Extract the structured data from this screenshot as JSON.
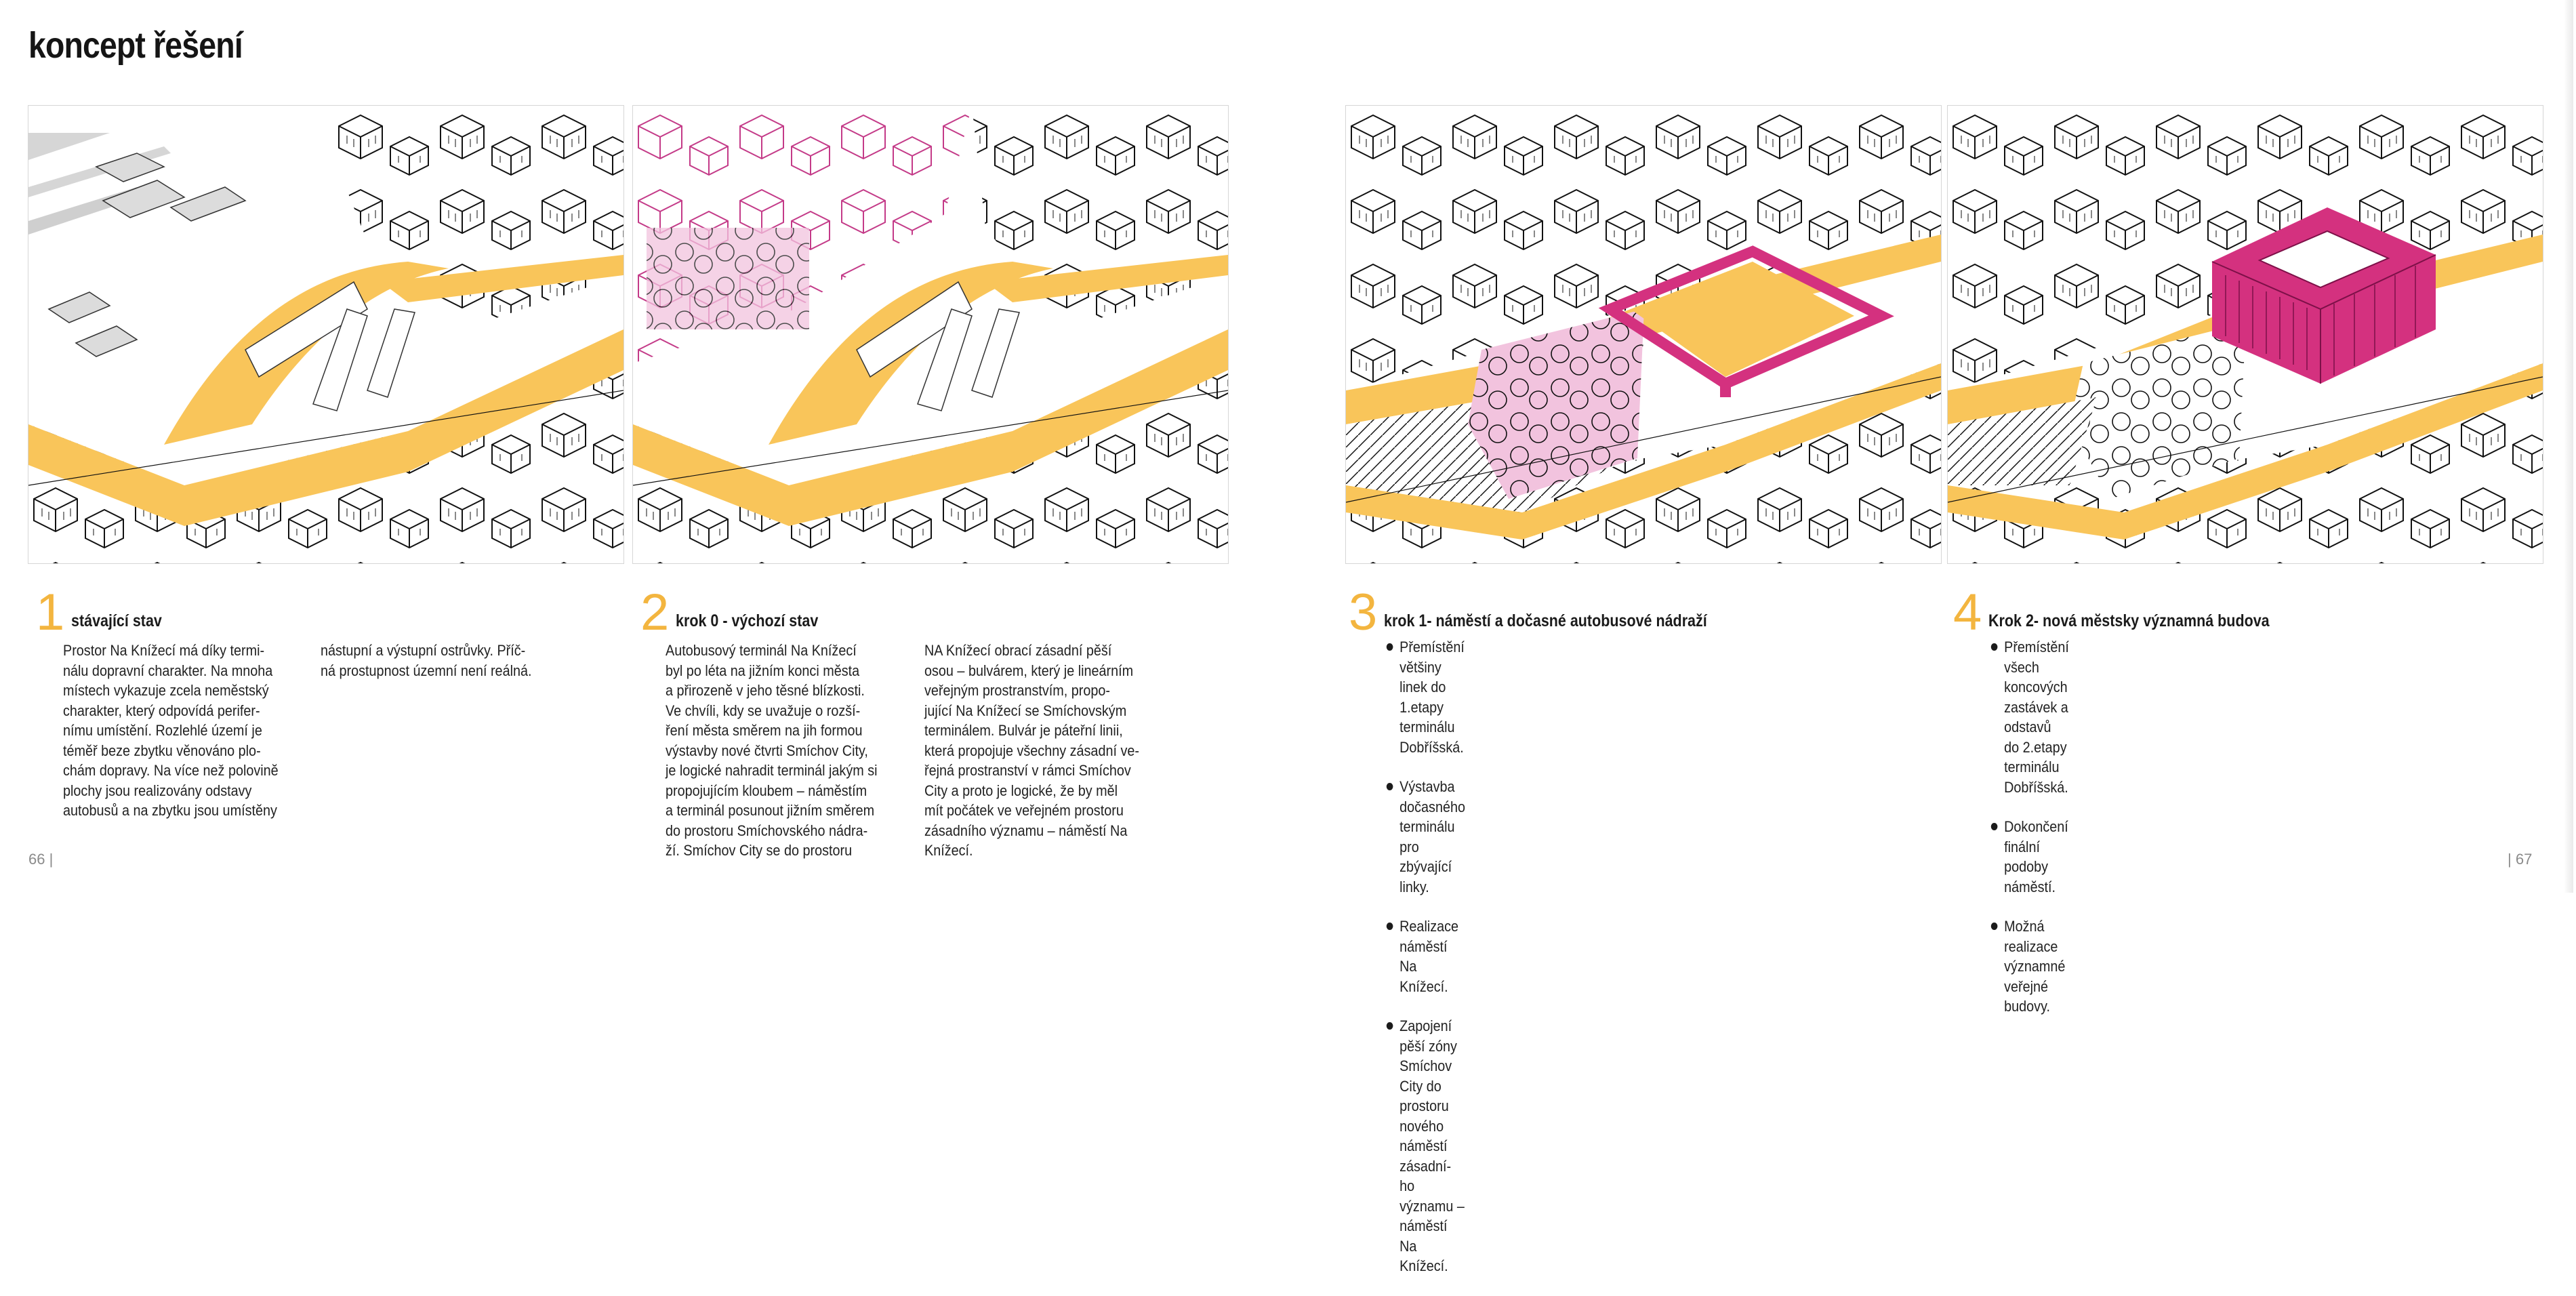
{
  "page_title": "koncept řešení",
  "colors": {
    "accent_yellow": "#f9c55a",
    "accent_pink": "#d4317f",
    "light_pink": "#f2c3de",
    "number_color": "#f3b53f"
  },
  "sections": [
    {
      "number": "1",
      "heading": "stávající stav",
      "col1": "Prostor Na Knížecí má díky termi-\nnálu dopravní charakter. Na mnoha\nmístech vykazuje zcela nemĕstský\ncharakter, který odpovídá perifer-\nnímu umístĕní. Rozlehlé území je\ntémĕř beze zbytku vĕnováno plo-\nchám dopravy. Na více než polovinĕ\nplochy jsou realizovány odstavy\nautobusů a na zbytku jsou umístĕny",
      "col2": "nástupní a výstupní ostrůvky. Příč-\nná prostupnost územní není reálná."
    },
    {
      "number": "2",
      "heading": "krok 0 - výchozí stav",
      "col1": "Autobusový terminál Na Knížecí\nbyl po léta na jižním konci mĕsta\na přirozenĕ v jeho tĕsné blízkosti.\nVe chvíli, kdy se uvažuje o rozší-\nření mĕsta smĕrem na jih formou\nvýstavby nové čtvrti Smíchov City,\nje logické nahradit terminál jakým si\npropojujícím kloubem – námĕstím\na terminál posunout jižním smĕrem\ndo prostoru Smíchovského nádra-\nží. Smíchov City se do prostoru",
      "col2": "NA Knížecí obrací zásadní pĕší\nosou – bulvárem, který je lineárním\nveřejným prostranstvím, propo-\njující Na Knížecí se Smíchovským\nterminálem. Bulvár je páteřní linii,\nkterá propojuje všechny zásadní ve-\nřejná prostranství v rámci Smíchov\nCity a proto je logické, že by mĕl\nmít počátek ve veřejném prostoru\nzásadního významu – námĕstí Na\nKnížecí."
    },
    {
      "number": "3",
      "heading": "krok 1- námĕstí a dočasné autobusové nádraží",
      "bullets": [
        "Přemístĕní vĕtšiny linek do 1.etapy terminálu Dobříšská.",
        "Výstavba dočasného terminálu pro zbývající linky.",
        "Realizace námĕstí Na Knížecí.",
        "Zapojení pĕší zóny Smíchov City do prostoru nového námĕstí zásadní-\nho významu – námĕstí Na Knížecí."
      ]
    },
    {
      "number": "4",
      "heading": "Krok 2- nová mĕstsky významná budova",
      "bullets": [
        "Přemístĕní všech koncových zastávek a odstavů do 2.etapy terminálu\nDobříšská.",
        "Dokončení finální podoby námĕstí.",
        "Možná realizace významné veřejné budovy."
      ]
    }
  ],
  "page_numbers": {
    "left": "66 |",
    "right": "| 67"
  },
  "illustrations": [
    {
      "panel": "1",
      "subject": "existing state axonometric",
      "highlight": "yellow traffic areas"
    },
    {
      "panel": "2",
      "subject": "baseline with Smíchov City",
      "highlight": "pink outlined new blocks"
    },
    {
      "panel": "3",
      "subject": "square and temporary terminal",
      "highlight": "pink square frame and trees"
    },
    {
      "panel": "4",
      "subject": "new significant building",
      "highlight": "magenta courtyard building"
    }
  ]
}
